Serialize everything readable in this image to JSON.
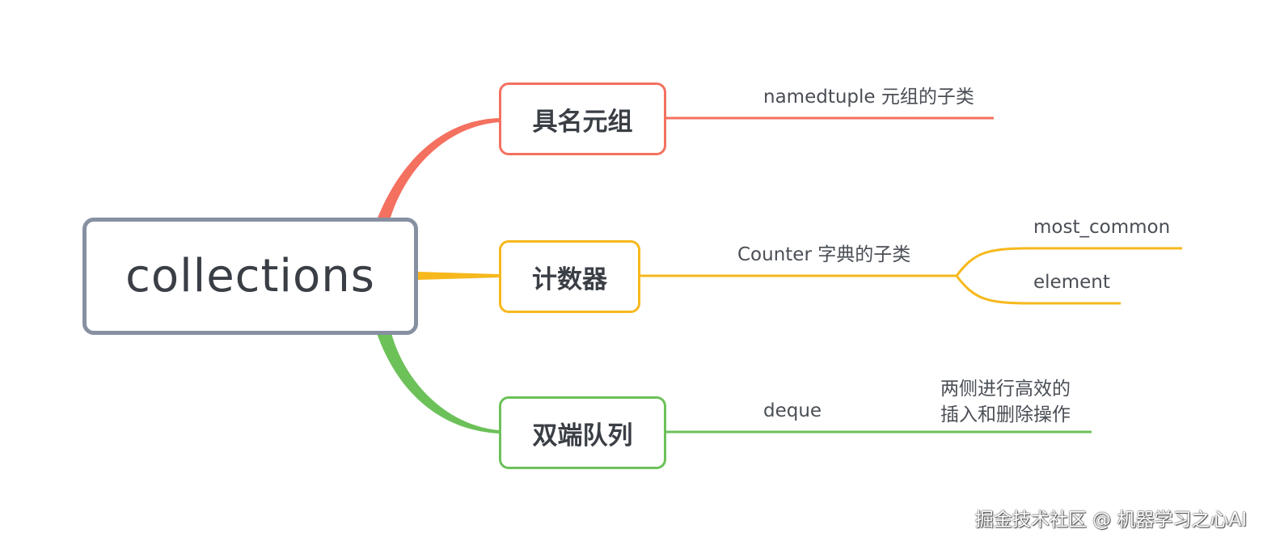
{
  "root": {
    "label": "collections"
  },
  "branches": [
    {
      "label": "具名元组",
      "color": "#f4705f"
    },
    {
      "label": "计数器",
      "color": "#f6b81c"
    },
    {
      "label": "双端队列",
      "color": "#6cc159"
    }
  ],
  "leaves": {
    "namedtuple": "namedtuple  元组的子类",
    "counter": "Counter   字典的子类",
    "most_common": "most_common",
    "element": "element",
    "deque": "deque",
    "deque_note_line1": "两侧进行高效的",
    "deque_note_line2": "插入和删除操作"
  },
  "root_color": "#8690a1",
  "watermark": "掘金技术社区 @ 机器学习之心AI"
}
